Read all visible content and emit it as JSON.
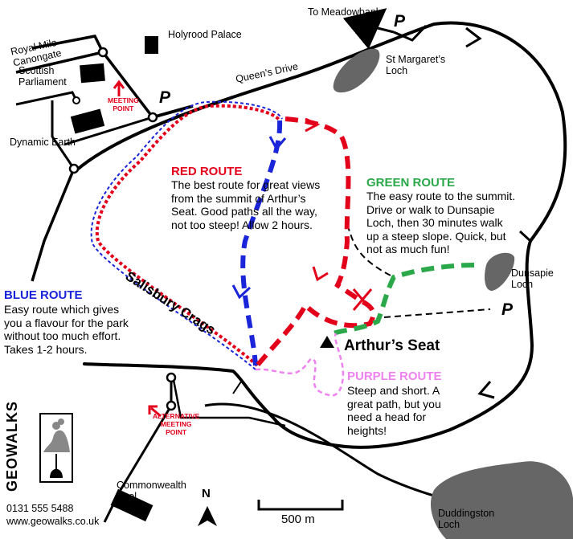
{
  "places": {
    "meadowbank": "To Meadowbank",
    "holyrood_palace": "Holyrood Palace",
    "royal_mile": "Royal Mile\nCanongate",
    "scottish_parliament": "Scottish\nParliament",
    "queens_drive": "Queen’s Drive",
    "st_margarets": "St Margaret’s\nLoch",
    "dynamic_earth": "Dynamic Earth",
    "dunsapie": "Dunsapie\nLoch",
    "salisbury_crags": "Salisbury Crags",
    "arthurs_seat": "Arthur’s Seat",
    "commonwealth_pool": "Commonwealth\nPool",
    "duddingston": "Duddingston\nLoch"
  },
  "markers": {
    "meeting_point": "MEETING\nPOINT",
    "alt_meeting_point": "ALTERNATIVE\nMEETING\nPOINT",
    "parking": "P",
    "north": "N",
    "scale": "500 m"
  },
  "routes": {
    "red": {
      "title": "RED ROUTE",
      "color": "#e3001b",
      "desc": "The best route for great views\nfrom the summit of Arthur’s\nSeat. Good paths all the way,\nnot too steep! Allow 2 hours."
    },
    "green": {
      "title": "GREEN ROUTE",
      "color": "#2aa84a",
      "desc": "The easy route to the summit.\nDrive or walk to Dunsapie\nLoch, then 30 minutes walk\nup a steep slope. Quick, but\nnot as much fun!"
    },
    "blue": {
      "title": "BLUE ROUTE",
      "color": "#1a24d8",
      "desc": "Easy route which gives\nyou a flavour for the park\nwithout too much effort.\nTakes 1-2 hours."
    },
    "purple": {
      "title": "PURPLE ROUTE",
      "color": "#ee82ee",
      "desc": "Steep and short. A\ngreat path, but you\nneed a head for\nheights!"
    }
  },
  "brand": {
    "name": "GEOWALKS",
    "phone": "0131 555 5488",
    "website": "www.geowalks.co.uk"
  }
}
